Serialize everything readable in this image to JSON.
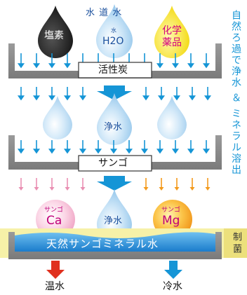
{
  "header": {
    "tap_water": "水 道 水"
  },
  "top_drops": [
    {
      "label": "塩素",
      "color": "#1b1b1b",
      "text_color": "#ffffff"
    },
    {
      "label_small": "水",
      "label": "H2O",
      "color": "#a9d3f0",
      "text_color": "#1a4f9c"
    },
    {
      "label": "化学\n薬品",
      "color": "#f6e200",
      "text_color": "#d4007f"
    }
  ],
  "stage1": {
    "filter_label": "活性炭",
    "result_label": "浄水"
  },
  "stage2": {
    "filter_label": "サンゴ"
  },
  "minerals": [
    {
      "small": "サンゴ",
      "label": "Ca",
      "color": "#f2a7c6",
      "text_color": "#c0007a"
    },
    {
      "label": "浄水",
      "color": "#a9d3f0",
      "text_color": "#1a4f9c"
    },
    {
      "small": "サンゴ",
      "label": "Mg",
      "color": "#f39a1c",
      "text_color": "#c0007a"
    }
  ],
  "result": {
    "label": "天然サンゴミネラル水"
  },
  "outputs": {
    "hot": "温水",
    "cold": "冷水"
  },
  "side": {
    "title": "自然ろ過で浄水 ＆ ミネラル溶出",
    "sterilize": "制菌"
  },
  "colors": {
    "blue_arrow": "#1595d6",
    "gray": "#8a8a8a",
    "pink": "#e98fb2",
    "orange": "#f39a1c",
    "water": "#2a8fd8",
    "red": "#e0301e"
  }
}
